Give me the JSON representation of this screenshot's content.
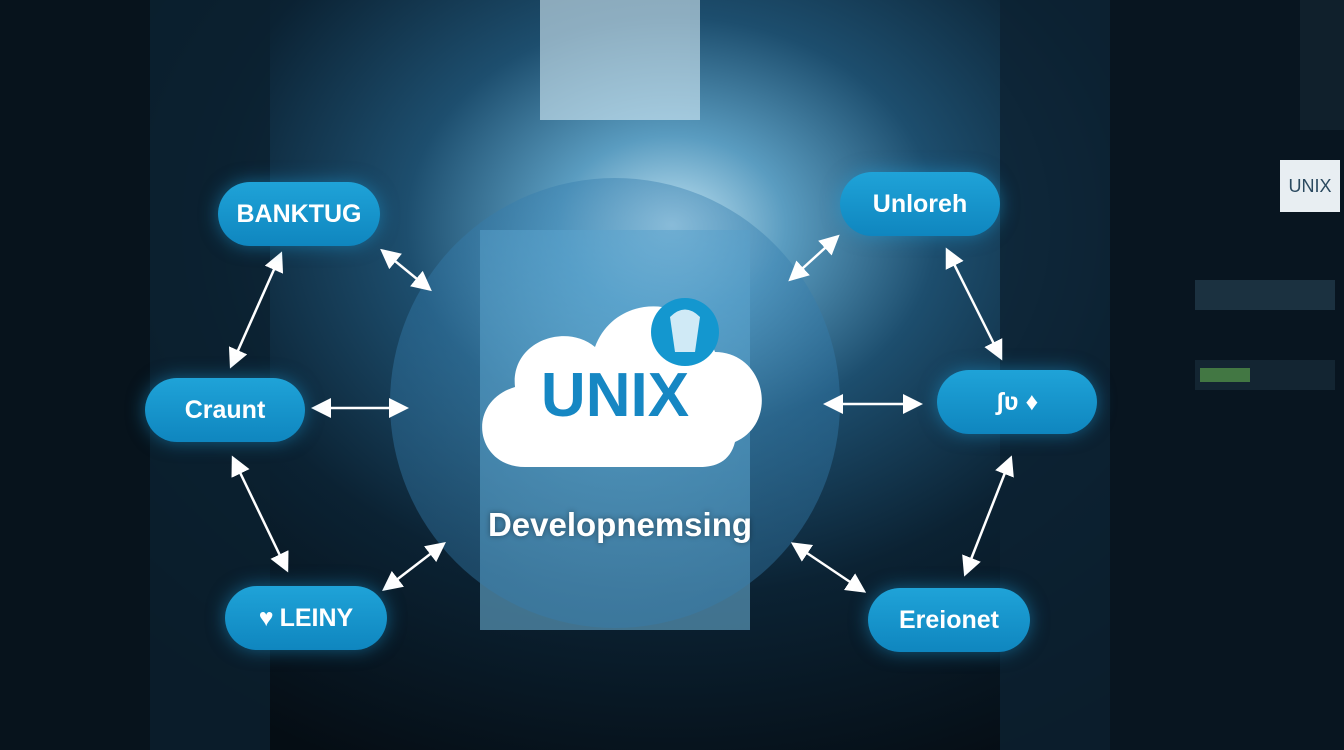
{
  "center": {
    "title": "UNIX",
    "subtitle": "Developnemsing"
  },
  "nodes": {
    "top_left": "BANKTUG",
    "top_right": "Unloreh",
    "mid_left": "Craunt",
    "mid_right": "ʃʋ ♦",
    "bottom_left": "LEINY",
    "bottom_right": "Ereionet"
  },
  "rack_label": "UNIX",
  "colors": {
    "accent": "#1497cf",
    "text_blue": "#1687c3"
  }
}
